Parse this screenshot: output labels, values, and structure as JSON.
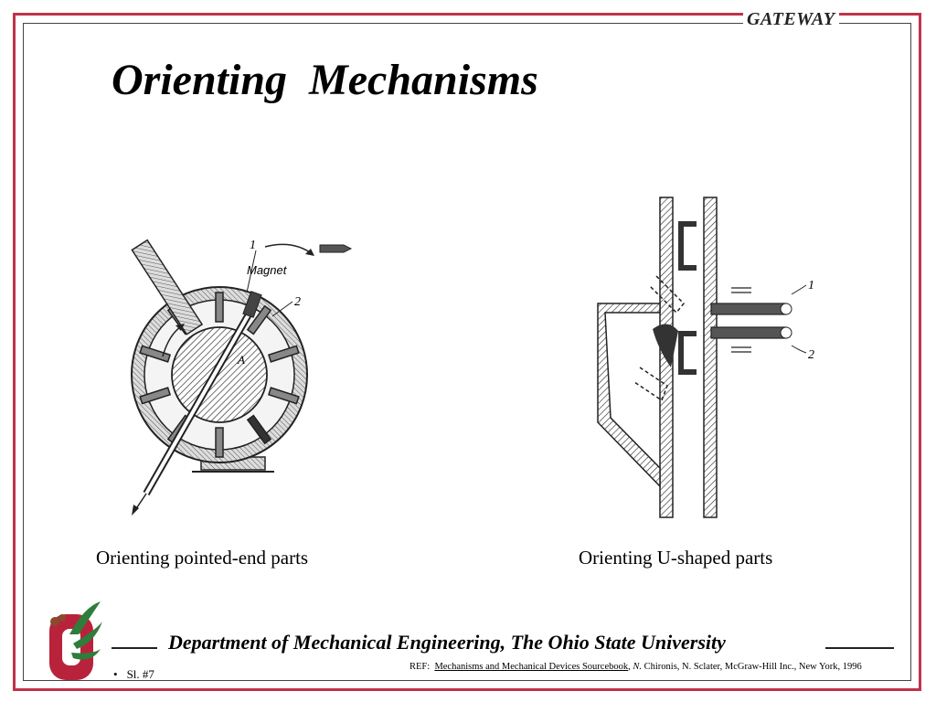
{
  "header": {
    "gateway": "GATEWAY"
  },
  "slide": {
    "title": "Orienting  Mechanisms"
  },
  "figures": {
    "left": {
      "caption": "Orienting pointed-end parts",
      "labels": {
        "one": "1",
        "magnet": "Magnet",
        "two": "2",
        "a": "A"
      }
    },
    "right": {
      "caption": "Orienting U-shaped parts",
      "labels": {
        "one": "1",
        "two": "2"
      }
    }
  },
  "footer": {
    "department": "Department of Mechanical Engineering, The Ohio State University",
    "slide_number": "Sl. #7",
    "ref_prefix": "REF:",
    "ref_book": "Mechanisms and Mechanical Devices Sourcebook",
    "ref_author_initial": "N.",
    "ref_rest": " Chironis, N. Sclater, McGraw-Hill Inc., New York, 1996"
  },
  "colors": {
    "frame": "#c0334a",
    "logo_red": "#b8233b",
    "logo_green": "#2e7d3a"
  }
}
